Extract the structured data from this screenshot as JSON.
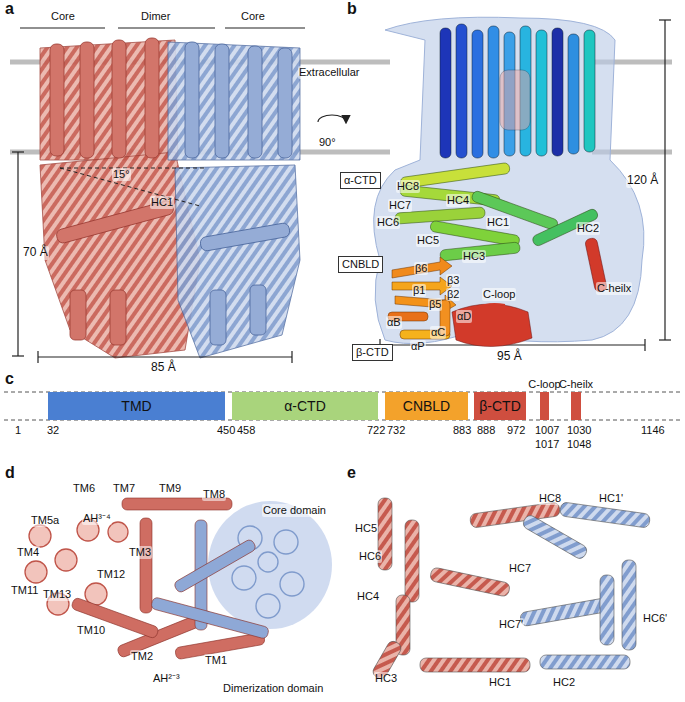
{
  "diagram": {
    "nodes": [
      {
        "text": [
          "α-CTD"
        ]
      },
      {
        "text": [
          "CNBLD"
        ]
      },
      {
        "text": [
          "β-CTD"
        ]
      },
      {
        "text": [
          "TMD"
        ]
      },
      {
        "text": [
          "α-CTD"
        ]
      },
      {
        "text": [
          "CNBLD"
        ]
      },
      {
        "text": [
          "β-CTD"
        ]
      },
      {
        "text": [
          "C-loop"
        ]
      },
      {
        "text": [
          "C-heilx"
        ]
      }
    ],
    "labels": [
      "a",
      "Core",
      "Dimer",
      "Core",
      "Extracellular",
      "15°",
      "HC1",
      "70 Å",
      "85 Å",
      "b",
      "90°",
      "HC8",
      "HC4",
      "HC1",
      "HC2",
      "HC7",
      "HC6",
      "HC5",
      "HC3",
      "C-loop",
      "C-heilx",
      "β6",
      "β3",
      "β2",
      "β1",
      "β5",
      "αD",
      "αB",
      "αC",
      "αP",
      "120 Å",
      "95 Å",
      "c",
      "1",
      "32",
      "450",
      "458",
      "722",
      "732",
      "883",
      "888",
      "972",
      "1007",
      "1017",
      "1030",
      "1048",
      "1146",
      "d",
      "TM6",
      "TM7",
      "TM9",
      "TM8",
      "AH³⁻⁴",
      "TM5a",
      "TM4",
      "TM11",
      "TM13",
      "TM12",
      "TM3",
      "TM10",
      "TM2",
      "TM1",
      "AH²⁻³",
      "Core domain",
      "Dimerization domain",
      "e",
      "HC5",
      "HC8",
      "HC1'",
      "HC6",
      "HC7",
      "HC4",
      "HC7'",
      "HC6'",
      "HC3",
      "HC1",
      "HC2"
    ]
  }
}
